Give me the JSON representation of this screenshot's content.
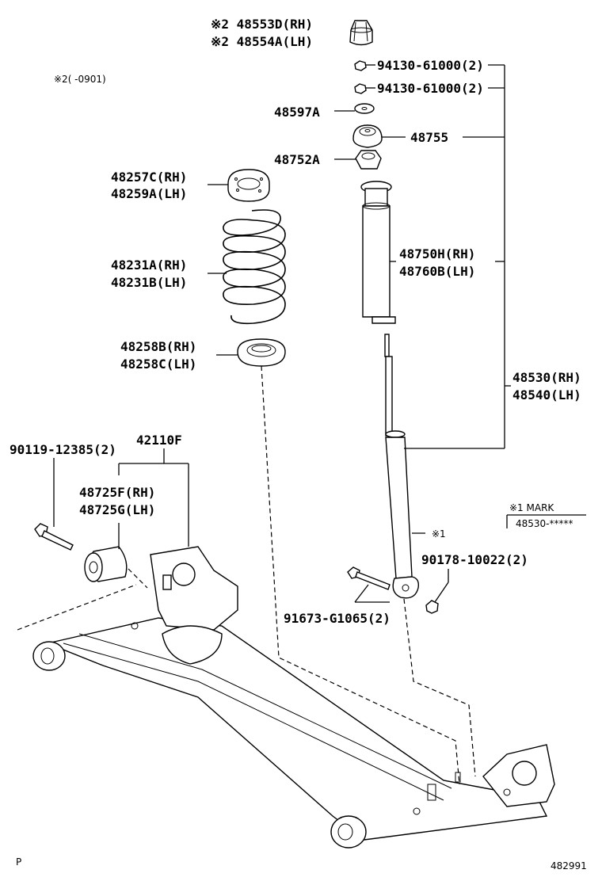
{
  "labels": {
    "bump_stopper": [
      "※2 48553D(RH)",
      "※2 48554A(LH)"
    ],
    "note": "※2(    -0901)",
    "nut_upper": "94130-61000(2)",
    "nut_lower": "94130-61000(2)",
    "washer": "48597A",
    "support": "48755",
    "bearing": "48752A",
    "upper_seat": [
      "48257C(RH)",
      "48259A(LH)"
    ],
    "spring": [
      "48231A(RH)",
      "48231B(LH)"
    ],
    "boot": [
      "48750H(RH)",
      "48760B(LH)"
    ],
    "lower_seat": [
      "48258B(RH)",
      "48258C(LH)"
    ],
    "absorber": [
      "48530(RH)",
      "48540(LH)"
    ],
    "axle_beam": "42110F",
    "beam_bolt": "90119-12385(2)",
    "bushing": [
      "48725F(RH)",
      "48725G(LH)"
    ],
    "mark_title": "※1 MARK",
    "mark_code": "48530-*****",
    "mark_ref": "※1",
    "shock_nut": "90178-10022(2)",
    "shock_bolt": "91673-G1065(2)",
    "page_letter": "P",
    "figure_number": "482991"
  }
}
